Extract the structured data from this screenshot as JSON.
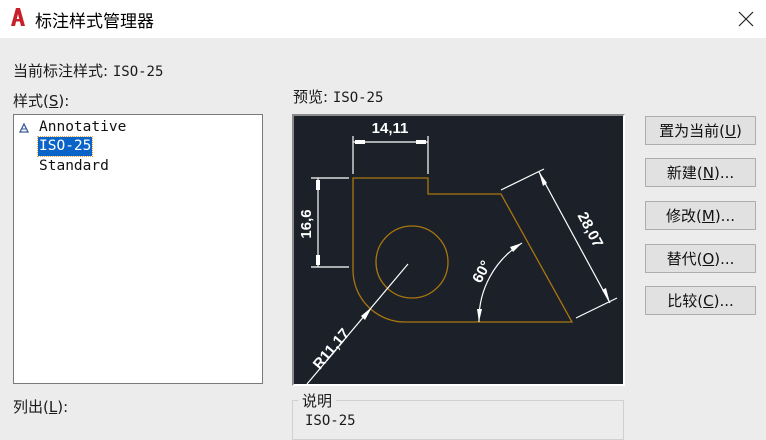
{
  "window": {
    "title": "标注样式管理器",
    "app_icon": "autocad-a-icon",
    "close_icon": "close-icon"
  },
  "current_style": {
    "label": "当前标注样式:",
    "value": "ISO-25"
  },
  "styles": {
    "label_prefix": "样式(",
    "label_key": "S",
    "label_suffix": "):",
    "items": [
      {
        "label": "Annotative",
        "icon": "annotative-icon",
        "selected": false
      },
      {
        "label": "ISO-25",
        "icon": "",
        "selected": true
      },
      {
        "label": "Standard",
        "icon": "",
        "selected": false
      }
    ]
  },
  "list_filter": {
    "label_prefix": "列出(",
    "label_key": "L",
    "label_suffix": "):"
  },
  "preview": {
    "label": "预览:",
    "style_name": "ISO-25",
    "colors": {
      "background": "#1c2029",
      "geometry": "#b8860b",
      "dimension": "#ffffff"
    },
    "dimensions": {
      "horizontal": "14,11",
      "vertical": "16,6",
      "aligned": "28,07",
      "angular": "60°",
      "radius": "R11,17"
    }
  },
  "buttons": [
    {
      "prefix": "置为当前(",
      "key": "U",
      "suffix": ")"
    },
    {
      "prefix": "新建(",
      "key": "N",
      "suffix": ")..."
    },
    {
      "prefix": "修改(",
      "key": "M",
      "suffix": ")..."
    },
    {
      "prefix": "替代(",
      "key": "O",
      "suffix": ")..."
    },
    {
      "prefix": "比较(",
      "key": "C",
      "suffix": ")..."
    }
  ],
  "description": {
    "label": "说明",
    "text": "ISO-25"
  }
}
